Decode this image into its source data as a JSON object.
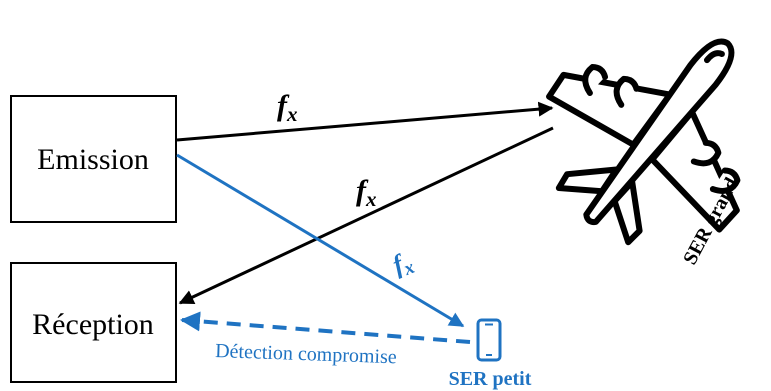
{
  "boxes": {
    "emission": "Emission",
    "reception": "Réception"
  },
  "signals": {
    "tx_label": "f",
    "tx_sub": "x",
    "rx_label": "f",
    "rx_sub": "x",
    "phone_label": "f",
    "phone_sub": "x"
  },
  "annotations": {
    "compromised": "Détection compromise",
    "ser_small": "SER petit",
    "ser_large": "SER grand"
  },
  "colors": {
    "black": "#000000",
    "blue": "#1f73c2"
  },
  "icons": [
    "airplane-icon",
    "smartphone-icon"
  ]
}
